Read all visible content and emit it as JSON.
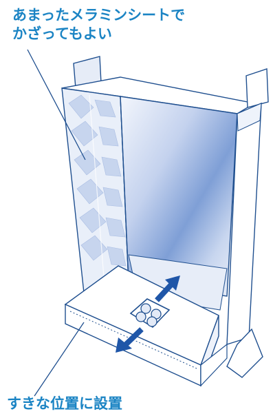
{
  "labels": {
    "top_line1": "あまったメラミンシートで",
    "top_line2": "かざってもよい",
    "bottom": "すきな位置に設置"
  },
  "colors": {
    "text": "#1b84c4",
    "outline": "#1f4f8f",
    "leader_line": "#1f4f8f",
    "box_fill": "#ffffff",
    "box_shade": "#eef2fa",
    "mirror_light": "#f1f4fc",
    "mirror_dark": "#6d8fcf",
    "melamine_pattern": "#c7d5ee",
    "arrow": "#1f56a8"
  }
}
